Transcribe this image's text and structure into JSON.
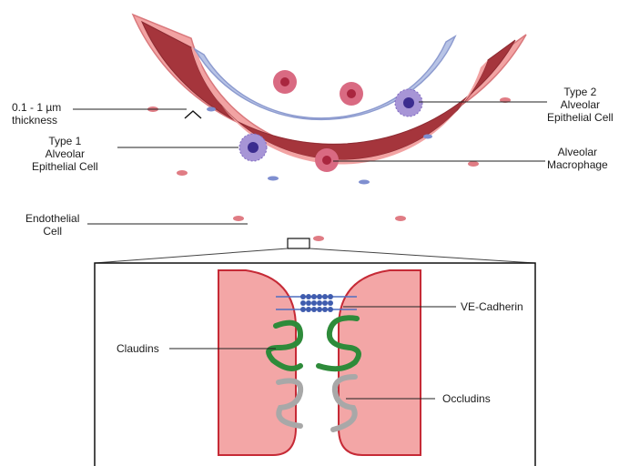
{
  "labels": {
    "thickness": [
      "0.1 - 1 µm",
      "thickness"
    ],
    "type1": [
      "Type 1",
      "Alveolar",
      "Epithelial Cell"
    ],
    "type2": [
      "Type 2",
      "Alveolar",
      "Epithelial Cell"
    ],
    "macrophage": [
      "Alveolar",
      "Macrophage"
    ],
    "endothelial": [
      "Endothelial",
      "Cell"
    ],
    "ve_cadherin": "VE-Cadherin",
    "claudins": "Claudins",
    "occludins": "Occludins"
  },
  "colors": {
    "capillary_wall": "#a5353c",
    "endothelium": "#f0a0a0",
    "epithelium": "#b8c4e6",
    "macrophage": "#c9405a",
    "type2_cell": "#9c86cf",
    "junction_cell": "#f3a6a6",
    "claudin": "#2e8b3a",
    "occludin": "#a8a8a8",
    "cadherin": "#4f6fbf"
  }
}
